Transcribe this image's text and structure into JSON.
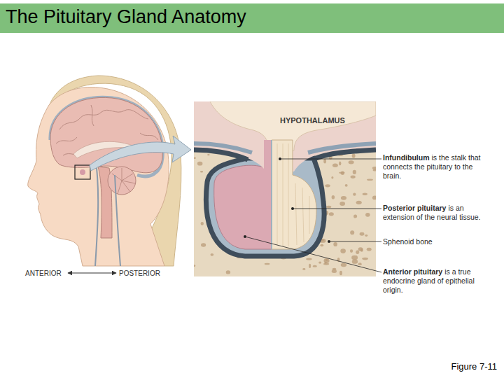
{
  "diagram": {
    "title": "The Pituitary Gland Anatomy",
    "caption": "Figure 7-11",
    "labels": [
      "HYPOTHALAMUS",
      "Infundibulum",
      "is the stalk that connects the pituitary to the brain.",
      "Posterior pituitary",
      "is an extension of the neural tissue.",
      "Sphenoid bone",
      "Anterior pituitary",
      "is a true endocrine gland of epithelial origin.",
      "ANTERIOR",
      "POSTERIOR"
    ]
  }
}
